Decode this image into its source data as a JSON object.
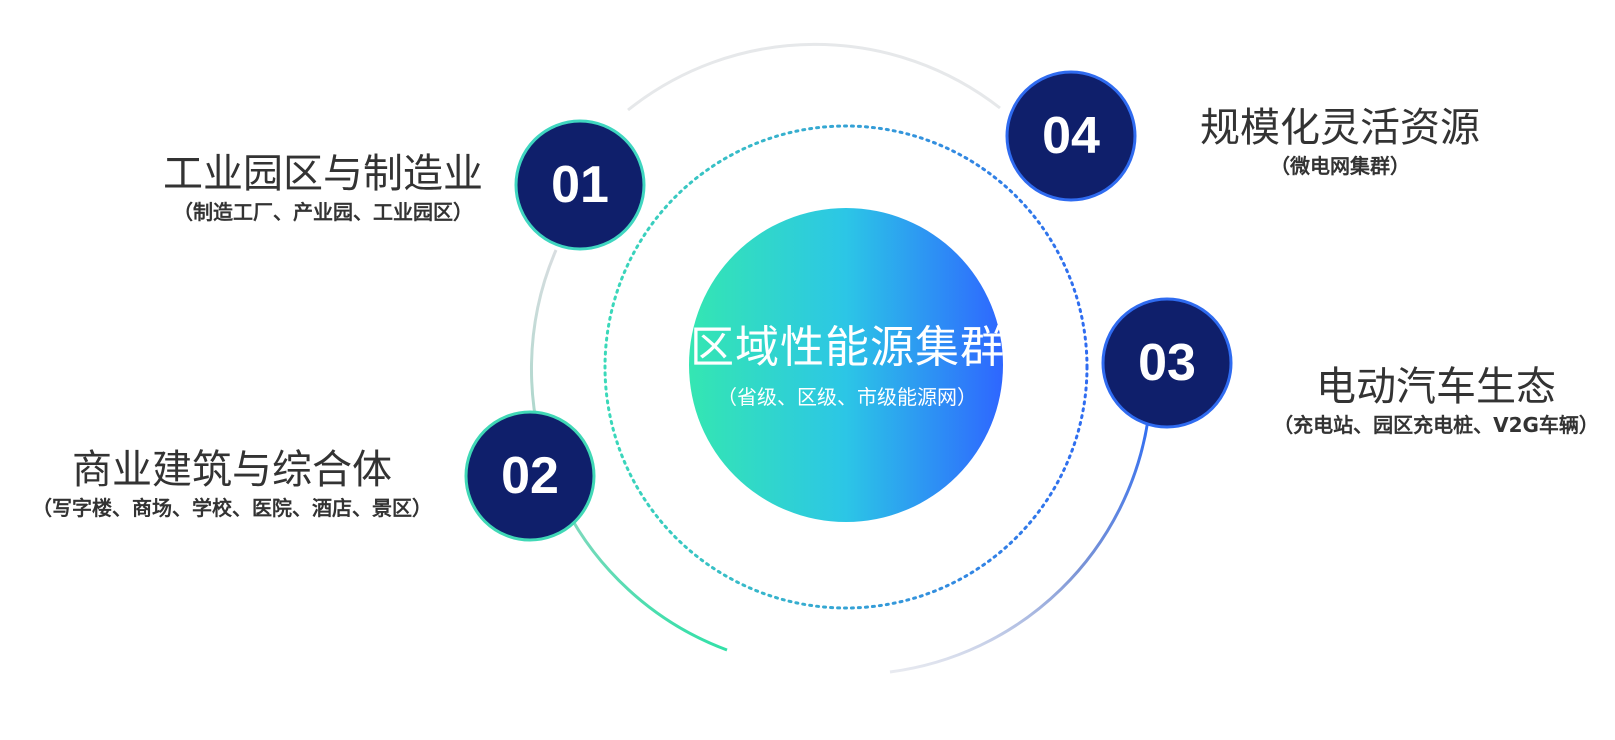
{
  "center": {
    "title": "区域性能源集群",
    "subtitle": "（省级、区级、市级能源网）"
  },
  "nodes": [
    {
      "number": "01",
      "title": "工业园区与制造业",
      "subtitle": "（制造工厂、产业园、工业园区）"
    },
    {
      "number": "02",
      "title": "商业建筑与综合体",
      "subtitle": "（写字楼、商场、学校、医院、酒店、景区）"
    },
    {
      "number": "03",
      "title": "电动汽车生态",
      "subtitle": "（充电站、园区充电桩、V2G车辆）"
    },
    {
      "number": "04",
      "title": "规模化灵活资源",
      "subtitle": "（微电网集群）"
    }
  ],
  "colors": {
    "badge_fill": "#0f1f6b",
    "badge_ring": "#2e6bd8",
    "gradient_start": "#34e3b6",
    "gradient_mid": "#2ec4e8",
    "gradient_end": "#2f6bff",
    "text": "#333333"
  }
}
